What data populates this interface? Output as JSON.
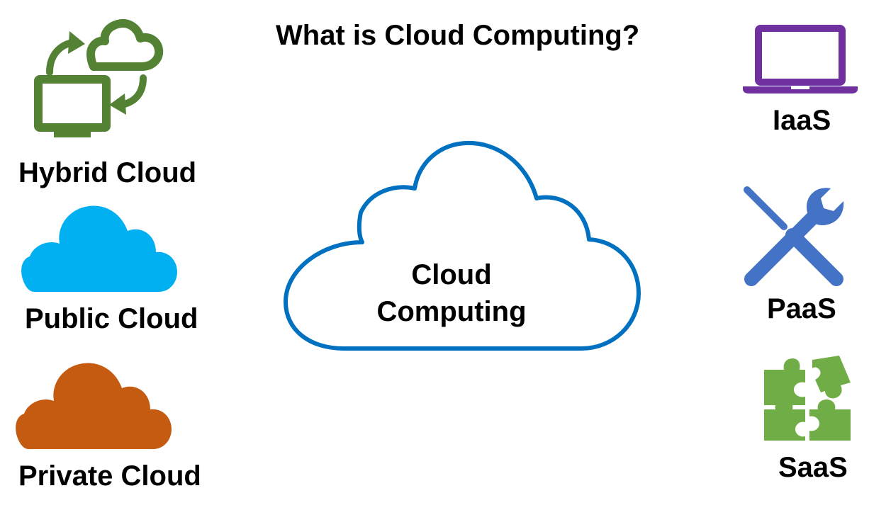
{
  "title": "What is Cloud Computing?",
  "center": {
    "line1": "Cloud",
    "line2": "Computing"
  },
  "deployment_models": [
    {
      "label": "Hybrid Cloud",
      "icon": "hybrid-cloud-icon",
      "color": "#548235"
    },
    {
      "label": "Public Cloud",
      "icon": "cloud-icon",
      "color": "#00B0F0"
    },
    {
      "label": "Private Cloud",
      "icon": "cloud-icon",
      "color": "#C55A11"
    }
  ],
  "service_models": [
    {
      "label": "IaaS",
      "icon": "laptop-icon",
      "color": "#7030A0"
    },
    {
      "label": "PaaS",
      "icon": "tools-icon",
      "color": "#4472C4"
    },
    {
      "label": "SaaS",
      "icon": "puzzle-icon",
      "color": "#70AD47"
    }
  ],
  "colors": {
    "center_cloud_outline": "#0070C0"
  }
}
